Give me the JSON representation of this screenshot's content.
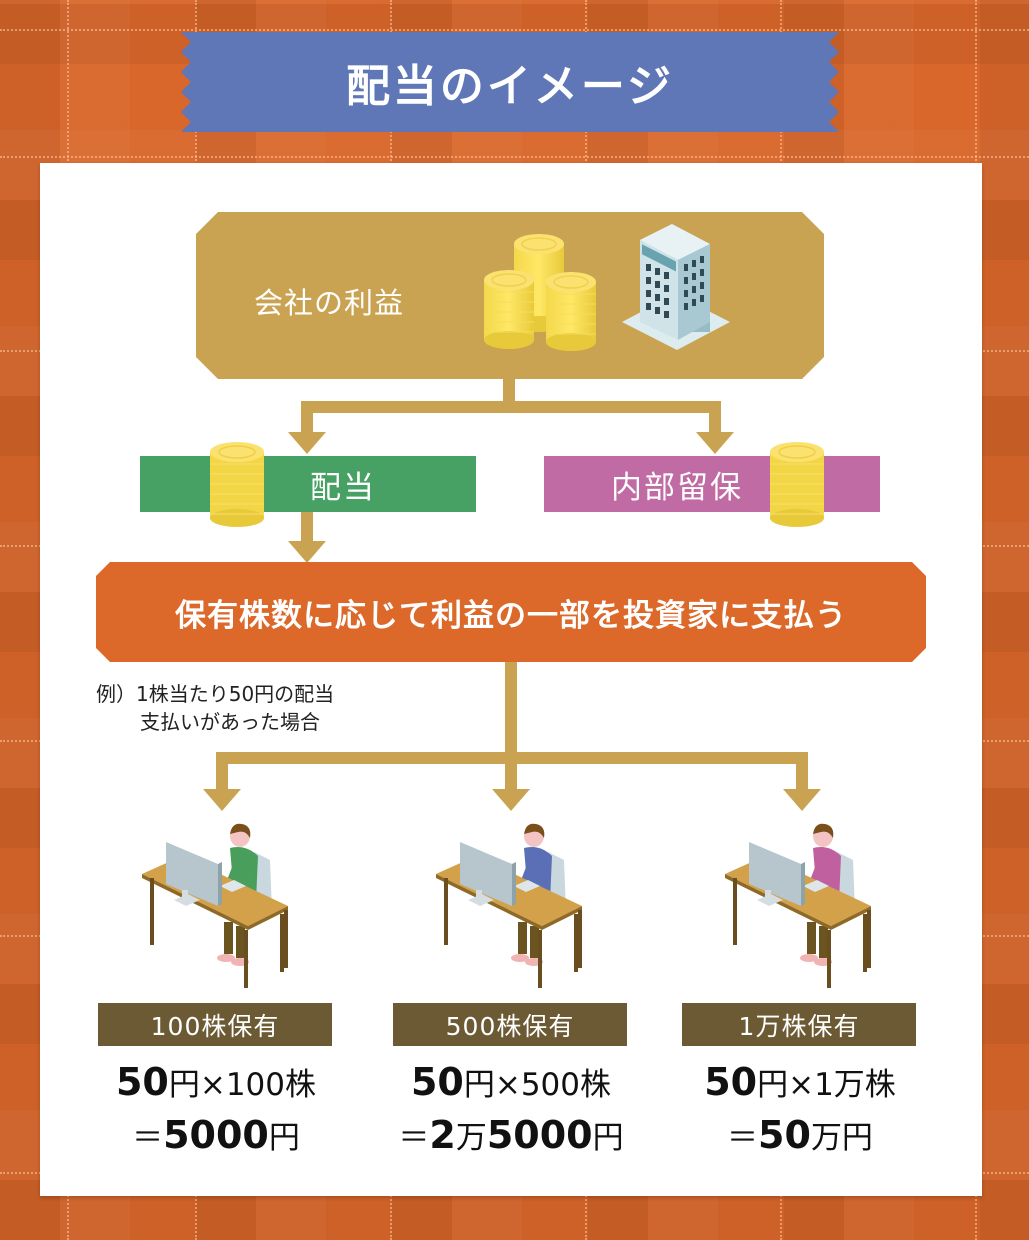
{
  "title": "配当のイメージ",
  "company_profit": {
    "label": "会社の利益",
    "icons": [
      "yen-coin-stack-icon",
      "office-building-icon"
    ]
  },
  "branches": {
    "dividend": {
      "label": "配当",
      "color": "#47a064"
    },
    "retained_earnings": {
      "label": "内部留保",
      "color": "#c06ba4"
    }
  },
  "payment_box": {
    "text": "保有株数に応じて利益の一部を投資家に支払う",
    "color": "#dc6829"
  },
  "example": {
    "line1": "例）1株当たり50円の配当",
    "line2": "支払いがあった場合"
  },
  "investors": [
    {
      "holding": "100株保有",
      "shirt_color": "#4a9e5c",
      "calc_amount": "50",
      "calc_yen": "円",
      "calc_times": "×100株",
      "result_equals": "＝",
      "result_pre": "",
      "result_pre_unit": "",
      "result_num": "5000",
      "result_unit": "円"
    },
    {
      "holding": "500株保有",
      "shirt_color": "#5a6fb5",
      "calc_amount": "50",
      "calc_yen": "円",
      "calc_times": "×500株",
      "result_equals": "＝",
      "result_pre": "2",
      "result_pre_unit": "万",
      "result_num": "5000",
      "result_unit": "円"
    },
    {
      "holding": "1万株保有",
      "shirt_color": "#c0609e",
      "calc_amount": "50",
      "calc_yen": "円",
      "calc_times": "×1万株",
      "result_equals": "＝",
      "result_pre": "",
      "result_pre_unit": "",
      "result_num": "50",
      "result_unit": "万円"
    }
  ],
  "colors": {
    "background": "#d9662a",
    "banner": "#5f76b7",
    "profit_box": "#c9a352",
    "holding_label": "#6b5a33"
  }
}
